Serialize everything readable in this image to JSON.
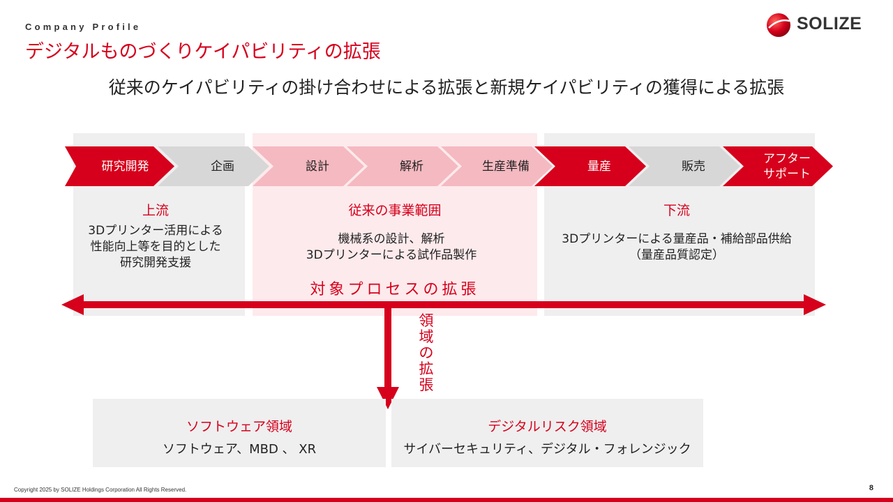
{
  "header": {
    "kicker": "Company Profile",
    "title": "デジタルものづくりケイパビリティの拡張",
    "logo_text": "SOLIZE"
  },
  "subtitle": "従来のケイパビリティの掛け合わせによる拡張と新規ケイパビリティの獲得による拡張",
  "process_steps": [
    {
      "label": "研究開発",
      "style": "red"
    },
    {
      "label": "企画",
      "style": "gray"
    },
    {
      "label": "設計",
      "style": "pink"
    },
    {
      "label": "解析",
      "style": "pink"
    },
    {
      "label": "生産準備",
      "style": "pink"
    },
    {
      "label": "量産",
      "style": "red"
    },
    {
      "label": "販売",
      "style": "gray"
    },
    {
      "label": "アフター\nサポート",
      "style": "red"
    }
  ],
  "sections": {
    "upstream": {
      "heading": "上流",
      "text": "3Dプリンター活用による\n性能向上等を目的とした\n研究開発支援"
    },
    "current": {
      "heading": "従来の事業範囲",
      "text": "機械系の設計、解析\n3Dプリンターによる試作品製作"
    },
    "downstream": {
      "heading": "下流",
      "text": "3Dプリンターによる量産品・補給部品供給\n（量産品質認定）"
    }
  },
  "process_expansion_label": "対象プロセスの拡張",
  "domain_expansion_label": "領域の拡張",
  "domains": {
    "software": {
      "heading": "ソフトウェア領域",
      "text": "ソフトウェア、MBD 、 XR"
    },
    "digital_risk": {
      "heading": "デジタルリスク領域",
      "text": "サイバーセキュリティ、デジタル・フォレンジック"
    }
  },
  "footer": {
    "copyright": "Copyright 2025 by SOLIZE Holdings Corporation All Rights Reserved.",
    "page_number": "8"
  },
  "colors": {
    "accent": "#d6001c",
    "panel_gray": "#efefef",
    "panel_pink": "#fdeaec",
    "chevron_gray": "#d7d7d7",
    "chevron_pink": "#f5b9c1"
  }
}
